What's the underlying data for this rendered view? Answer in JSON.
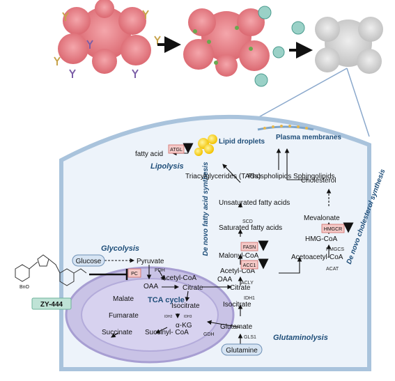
{
  "diagram": {
    "tumor_panels": [
      "tumor-cluster-with-antibodies",
      "tumor-cluster-with-nanoparticles",
      "grey-dead-cluster"
    ],
    "compound": {
      "name": "ZY-444",
      "substituent": "BnO"
    },
    "pathways": {
      "glycolysis": "Glycolysis",
      "lipolysis": "Lipolysis",
      "lipid_droplets": "Lipid\ndroplets",
      "plasma_membranes": "Plasma\nmembranes",
      "de_novo_fa": "De novo fatty acid\nsynthesis",
      "de_novo_chol": "De novo\ncholesterol\nsynthesis",
      "tca_cycle": "TCA\ncycle",
      "glutaminolysis": "Glutaminolysis"
    },
    "metabolites": {
      "glucose": "Glucose",
      "pyruvate": "Pyruvate",
      "acetyl_coa_mito": "Acetyl-CoA",
      "oaa_mito": "OAA",
      "citrate_mito": "Citrate",
      "malate": "Malate",
      "fumarate": "Fumarate",
      "succinate": "Succinate",
      "succinyl_coa": "Succinyl-\nCoA",
      "isocitrate_mito": "Isocitrate",
      "akg_mito": "α-KG",
      "glutamate": "Glutamate",
      "glutamine": "Glutamine",
      "isocitrate_cyto": "Isocitrate",
      "citrate_cyto": "Citrate",
      "oaa_cyto": "OAA",
      "acetyl_coa_cyto": "Acetyl-CoA",
      "malonyl_coa": "Malonyl-CoA",
      "saturated_fa": "Saturated\nfatty acids",
      "unsaturated_fa": "Unsaturated\nfatty acids",
      "tags": "Triacylglycerides\n(TAGs)",
      "fatty_acid": "fatty acid",
      "phospholipids": "Phospholipids\nSphingolipids",
      "cholesterol": "Cholesterol",
      "mevalonate": "Mevalonate",
      "hmg_coa": "HMG-CoA",
      "acetoacetyl_coa": "Acetoacetyl-CoA"
    },
    "enzymes": {
      "pc": "PC",
      "pdh": "PDH",
      "atgl": "ATGL",
      "fasn": "FASN",
      "acc1": "ACC1",
      "hmgcr": "HMGCR",
      "scd": "SCD",
      "acly": "ACLY",
      "idh1": "IDH1",
      "idh2": "IDH2",
      "idh3": "IDH3",
      "gdh": "GDH",
      "gls1": "GLS1",
      "hmgcs": "HMGCS",
      "acat": "ACAT"
    },
    "colors": {
      "down_arrow": "#b5121b",
      "pathway_label": "#1f4e79",
      "enzyme_box": "#f4c9c7",
      "mitochondrion": "#c9c3e6"
    }
  }
}
